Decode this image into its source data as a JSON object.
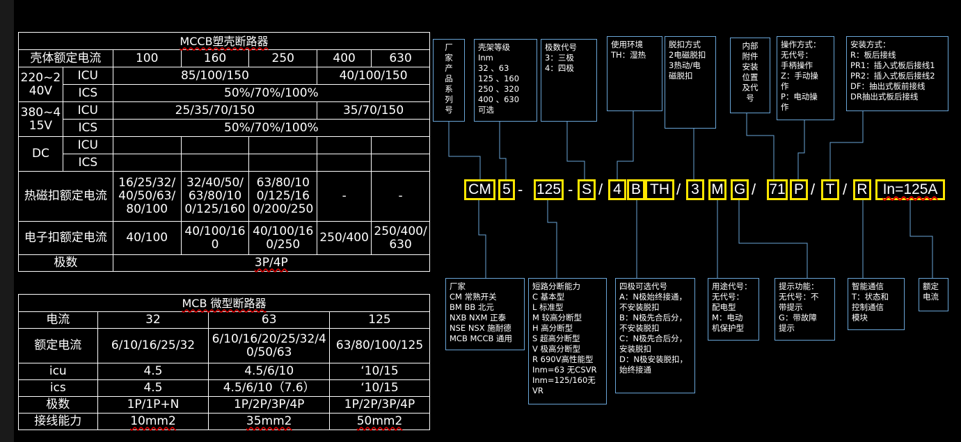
{
  "mccb": {
    "title": "MCCB塑壳断路器",
    "header_label": "壳体额定电流",
    "frames": [
      "100",
      "160",
      "250",
      "400",
      "630"
    ],
    "v220": "220~240V",
    "v380": "380~415V",
    "dc": "DC",
    "icu": "ICU",
    "ics": "ICS",
    "icu_220_a": "85/100/150",
    "icu_220_b": "40/100/150",
    "ics_all": "50%/70%/100%",
    "icu_380_a": "25/35/70/150",
    "icu_380_b": "35/70/150",
    "thermal_label": "热磁扣额定电流",
    "thermal": [
      "16/25/32/40/50/63/80/100",
      "32/40/50/63/80/100/125/160",
      "63/80/100/125/160/200/250",
      "-",
      "-"
    ],
    "electronic_label": "电子扣额定电流",
    "electronic": [
      "40/100",
      "40/100/160",
      "40/100/160/250",
      "250/400",
      "250/400/630"
    ],
    "poles_label": "极数",
    "poles": "3P/4P"
  },
  "mcb": {
    "title": "MCB 微型断路器",
    "current_label": "电流",
    "frames": [
      "32",
      "63",
      "125"
    ],
    "rated_label": "额定电流",
    "rated": [
      "6/10/16/25/32",
      "6/10/16/20/25/32/40/50/63",
      "63/80/100/125"
    ],
    "icu_label": "icu",
    "icu": [
      "4.5",
      "4.5/6/10",
      "‘10/15"
    ],
    "ics_label": "ics",
    "ics": [
      "4.5",
      "4.5/6/10（7.6）",
      "‘10/15"
    ],
    "poles_label": "极数",
    "poles": [
      "1P/1P+N",
      "1P/2P/3P/4P",
      "1P/2P/3P/4P"
    ],
    "wiring_label": "接线能力",
    "wiring": [
      "10mm2",
      "35mm2",
      "50mm2"
    ]
  },
  "model": {
    "codes": [
      "CM",
      "5",
      "125",
      "S",
      "4",
      "B",
      "TH",
      "3",
      "M",
      "G",
      "71",
      "P",
      "T",
      "R",
      "In=125A"
    ],
    "separators": [
      "-",
      "-",
      "/",
      "/",
      "/",
      "/",
      "/",
      "/"
    ]
  },
  "top_boxes": [
    "厂\n家\n产\n品\n系\n列\n号",
    "壳架等级\nInm\n32 、63\n125 、160\n250 、320\n400 、630\n可选",
    "极数代号\n3：三极\n4：四极",
    "使用环境\nTH：湿热",
    "脱扣方式\n2电磁脱扣\n3热动/电\n磁脱扣",
    "内部\n附件\n安装\n位置\n及代\n号",
    "操作方式：\n无代号：\n手柄操作\nZ：手动操\n作\nP：电动操\n作",
    "安装方式：\nR：板后接线\nPR1：插入式板后接线1\nPR2：插入式板后接线2\nDF：抽出式板前接线\nDR抽出式板后接线"
  ],
  "bottom_boxes": [
    "厂家\nCM 常熟开关\nBM BB 北元\nNXB NXM 正泰\nNSE NSX 施耐德\nMCB  MCCB 通用",
    "短路分断能力\nC 基本型\nL 标准型\nM 较高分断型\nH 高分断型\nS 超高分断型\nV 极高分断型\nR 690V高性能型\nInm=63 无CSVR\nInm=125/160无\nVR",
    "四极可选代号\nA：N极始终接通，\n不安装脱扣\nB：N极先合后分，\n不安装脱扣\nC：N极先合后分，\n安装脱扣\nD：N极安装脱扣，\n始终接通",
    "用途代号：\n无代号：\n配电型\nM：电动\n机保护型",
    "提示功能：\n无代号：不\n带提示\nG：带故障\n提示",
    "智能通信\nT：状态和\n控制通信\n模块",
    "额定\n电流"
  ]
}
